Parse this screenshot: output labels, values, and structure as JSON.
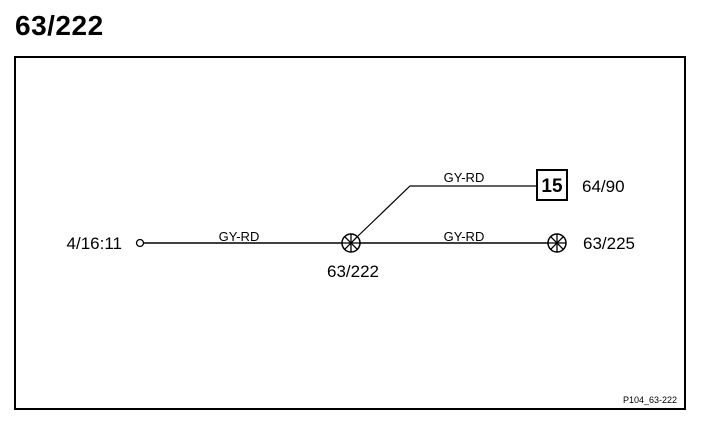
{
  "title": "63/222",
  "connectors": {
    "left": "4/16:11",
    "splice": "63/222",
    "right": "63/225",
    "upper": "64/90"
  },
  "box_label": "15",
  "wires": {
    "left": "GY-RD",
    "right": "GY-RD",
    "upper": "GY-RD"
  },
  "figure_ref": "P104_63-222"
}
